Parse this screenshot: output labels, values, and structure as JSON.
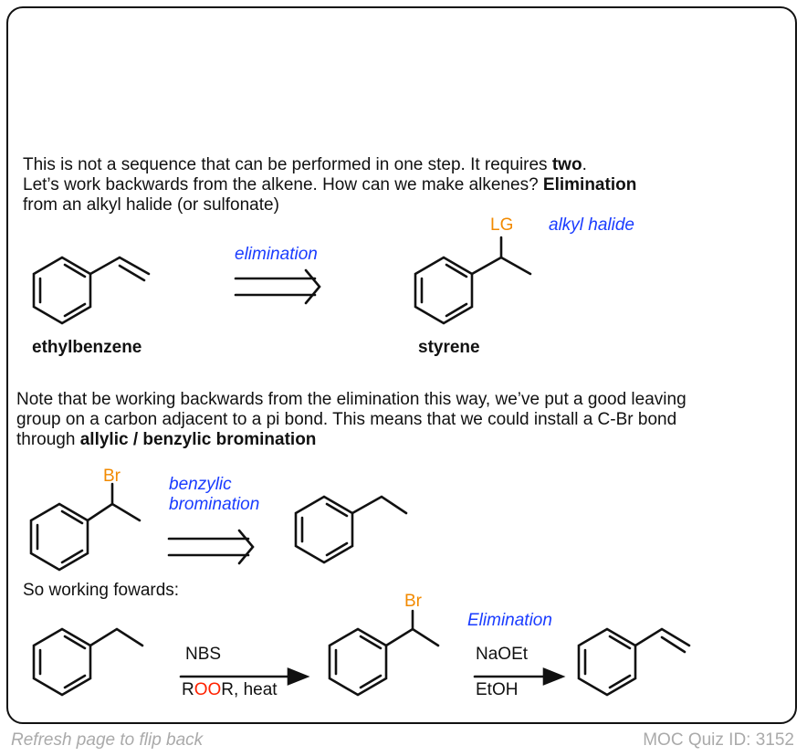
{
  "text": {
    "line1_a": "This is not a sequence that can be performed in one step. It requires ",
    "line1_b": "two",
    "line1_c": ".",
    "line2_a": "Let’s work backwards from the alkene. How can we make alkenes? ",
    "line2_b": "Elimination",
    "line3": "from an alkyl halide (or sulfonate)",
    "note1": "Note that be working backwards from the elimination this way, we’ve put a good leaving",
    "note2": "group on a carbon adjacent to a pi bond. This means that we could install a C-Br bond",
    "note3_a": "through ",
    "note3_b": "allylic / benzylic bromination",
    "forwards": "So working fowards:"
  },
  "scheme1": {
    "left_label": "ethylbenzene",
    "right_label": "styrene",
    "arrow_label": "elimination",
    "leaving_group": "LG",
    "side_label": "alkyl halide"
  },
  "scheme2": {
    "bromine": "Br",
    "arrow_label_1": "benzylic",
    "arrow_label_2": "bromination"
  },
  "scheme3": {
    "reagent1_top": "NBS",
    "reagent1_bottom_r1": "R",
    "reagent1_bottom_oo": "OO",
    "reagent1_bottom_rest": "R, heat",
    "bromine": "Br",
    "step2_label": "Elimination",
    "reagent2_top": "NaOEt",
    "reagent2_bottom": "EtOH"
  },
  "footer": {
    "left": "Refresh page to flip back",
    "right": "MOC Quiz ID: 3152"
  },
  "colors": {
    "blue": "#1a3cff",
    "orange": "#f28a00",
    "red": "#ff2200"
  }
}
